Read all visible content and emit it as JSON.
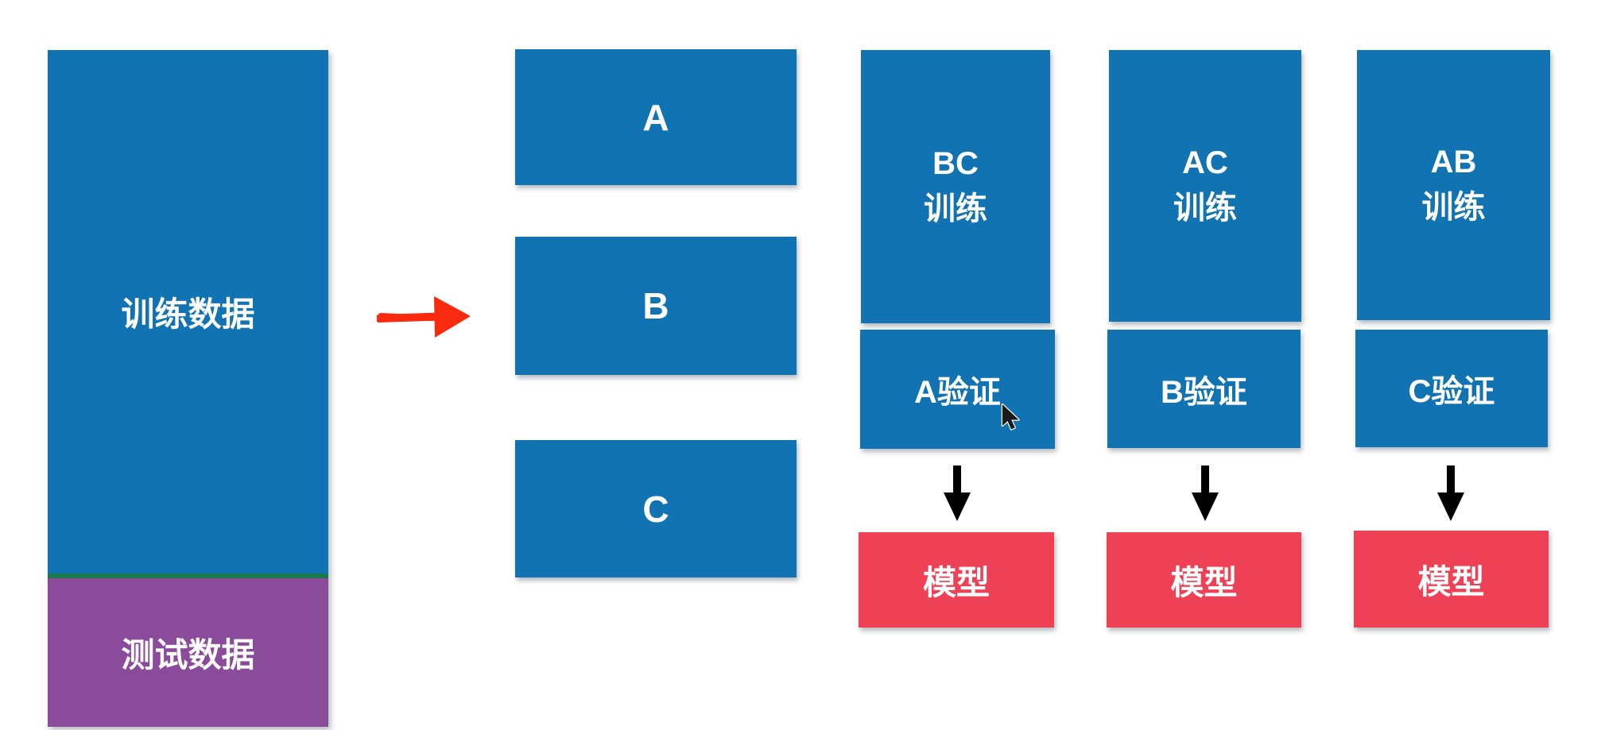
{
  "colors": {
    "background": "#ffffff",
    "block_blue": "#1173b2",
    "block_purple": "#8a4b9b",
    "green_divider": "#1b7a4b",
    "model_red": "#ee4155",
    "split_arrow_red": "#f92b0f",
    "flow_arrow_black": "#000000",
    "label_text": "#ffffff"
  },
  "source": {
    "train_label": "训练数据",
    "test_label": "测试数据"
  },
  "folds": [
    {
      "label": "A"
    },
    {
      "label": "B"
    },
    {
      "label": "C"
    }
  ],
  "columns": [
    {
      "train": "BC",
      "train_sub": "训练",
      "validate": "A验证",
      "model": "模型"
    },
    {
      "train": "AC",
      "train_sub": "训练",
      "validate": "B验证",
      "model": "模型"
    },
    {
      "train": "AB",
      "train_sub": "训练",
      "validate": "C验证",
      "model": "模型"
    }
  ],
  "icons": {
    "split_arrow": "red-right-arrow",
    "flow_arrow": "black-down-arrow",
    "cursor": "mouse-pointer"
  }
}
